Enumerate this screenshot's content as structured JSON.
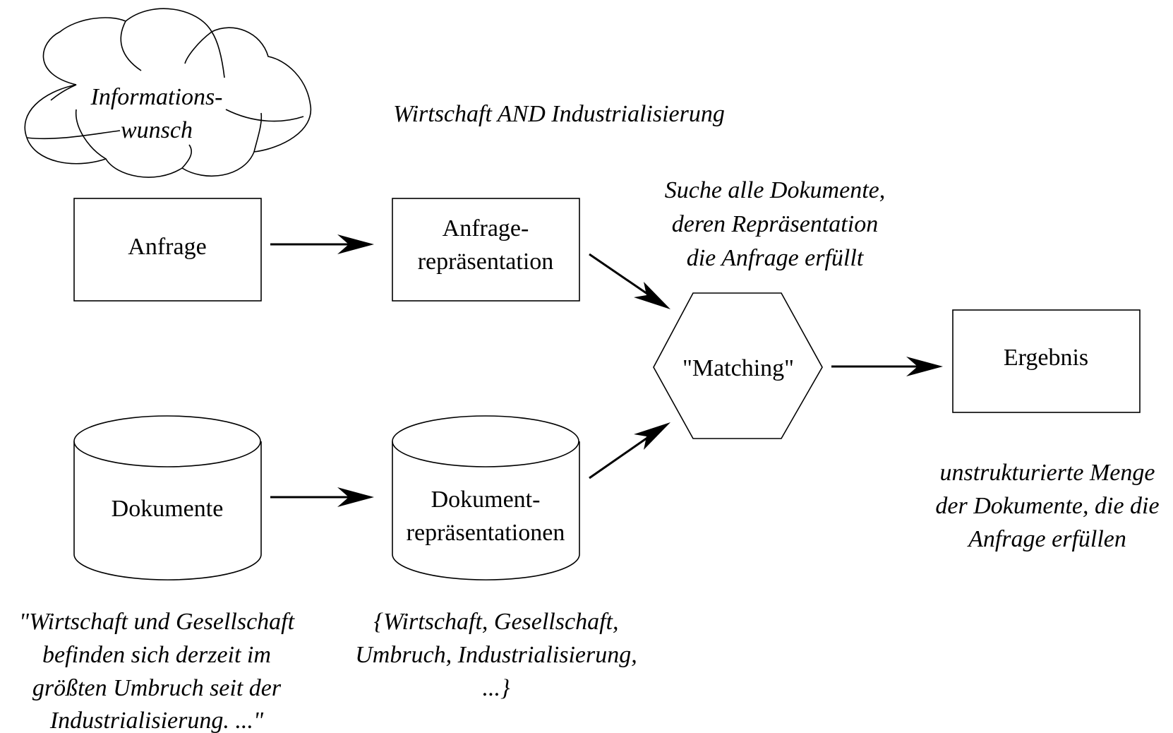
{
  "diagram": {
    "cloud": {
      "line1": "Informations-",
      "line2": "wunsch"
    },
    "query_note": "Wirtschaft AND Industrialisierung",
    "matching_note": {
      "line1": "Suche alle Dokumente,",
      "line2": "deren Repräsentation",
      "line3": "die Anfrage erfüllt"
    },
    "anfrage_box": "Anfrage",
    "anfrage_repr_box": {
      "line1": "Anfrage-",
      "line2": "repräsentation"
    },
    "matching_hexagon": "\"Matching\"",
    "ergebnis_box": "Ergebnis",
    "ergebnis_note": {
      "line1": "unstrukturierte Menge",
      "line2": "der Dokumente, die die",
      "line3": "Anfrage erfüllen"
    },
    "dokumente_db": "Dokumente",
    "dokument_repr_db": {
      "line1": "Dokument-",
      "line2": "repräsentationen"
    },
    "document_example": {
      "line1": "\"Wirtschaft und Gesellschaft",
      "line2": "befinden sich derzeit im",
      "line3": "größten Umbruch seit der",
      "line4": "Industrialisierung. ...\""
    },
    "representation_example": {
      "line1": "{Wirtschaft, Gesellschaft,",
      "line2": "Umbruch, Industrialisierung,",
      "line3": "...}"
    }
  },
  "colors": {
    "stroke": "#000000",
    "background": "#ffffff"
  }
}
